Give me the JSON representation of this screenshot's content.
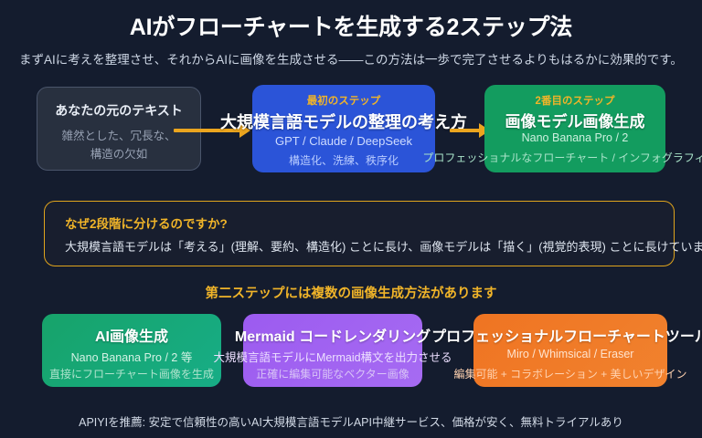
{
  "hero": {
    "title": "AIがフローチャートを生成する2ステップ法",
    "subtitle": "まずAIに考えを整理させ、それからAIに画像を生成させる――この方法は一歩で完了させるよりもはるかに効果的です。"
  },
  "flow": {
    "source_card": {
      "title": "あなたの元のテキスト",
      "line1": "雑然とした、冗長な、",
      "line2": "構造の欠如"
    },
    "llm_card": {
      "kicker": "最初のステップ",
      "title": "大規模言語モデルの整理の考え方",
      "line1": "GPT / Claude / DeepSeek",
      "line2": "構造化、洗練、秩序化"
    },
    "image_card": {
      "kicker": "2番目のステップ",
      "title": "画像モデル画像生成",
      "line1": "Nano Banana Pro / 2",
      "line2": "プロフェッショナルなフローチャート / インフォグラフィック"
    }
  },
  "callout": {
    "title": "なぜ2段階に分けるのですか?",
    "body": "大規模言語モデルは「考える」(理解、要約、構造化) ことに長け、画像モデルは「描く」(視覚的表現) ことに長けています。それぞれ"
  },
  "methods": {
    "heading": "第二ステップには複数の画像生成方法があります",
    "cards": [
      {
        "title": "AI画像生成",
        "line1": "Nano Banana Pro / 2 等",
        "line2": "直接にフローチャート画像を生成"
      },
      {
        "title": "Mermaid コードレンダリング",
        "line1": "大規模言語モデルにMermaid構文を出力させる",
        "line2": "正確に編集可能なベクター画像"
      },
      {
        "title": "プロフェッショナルフローチャートツール",
        "line1": "Miro / Whimsical / Eraser",
        "line2": "編集可能 + コラボレーション + 美しいデザイン"
      }
    ]
  },
  "footer": {
    "note": "APIYIを推薦: 安定で信頼性の高いAI大規模言語モデルAPI中継サービス、価格が安く、無料トライアルあり"
  },
  "colors": {
    "background": "#141c2e",
    "accent_amber": "#f0b429",
    "arrow": "#eba51f",
    "llm_blue": "#2b54d8",
    "image_green": "#139c5f",
    "method_green": "#17a36a",
    "method_purple": "#9c5bf0",
    "method_orange": "#ef7422",
    "source_card": "#28303f",
    "source_border": "#4a556b"
  }
}
